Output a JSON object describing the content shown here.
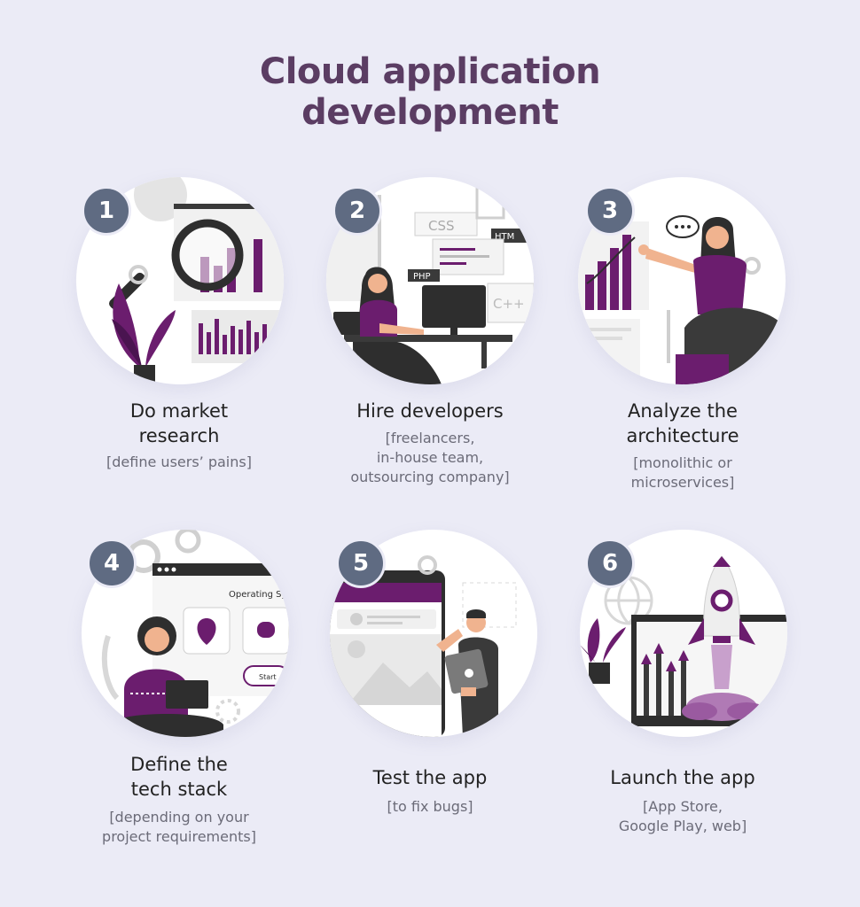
{
  "title_line1": "Cloud application",
  "title_line2": "development",
  "colors": {
    "purple": "#6b1d6e",
    "badge": "#5f6b82",
    "title": "#5b3d63",
    "background": "#ebebf6"
  },
  "steps": [
    {
      "number": "1",
      "heading_line1": "Do market",
      "heading_line2": "research",
      "sub_line1": "[define users’ pains]",
      "sub_line2": "",
      "sub_line3": "",
      "icon": "magnifier-chart-icon"
    },
    {
      "number": "2",
      "heading_line1": "Hire developers",
      "heading_line2": "",
      "sub_line1": "[freelancers,",
      "sub_line2": "in-house team,",
      "sub_line3": "outsourcing company]",
      "icon": "developer-desk-icon",
      "tags": [
        "CSS",
        "HTM",
        "PHP",
        "C++"
      ]
    },
    {
      "number": "3",
      "heading_line1": "Analyze the",
      "heading_line2": "architecture",
      "sub_line1": "[monolithic or",
      "sub_line2": "microservices]",
      "sub_line3": "",
      "icon": "presenter-chart-icon"
    },
    {
      "number": "4",
      "heading_line1": "Define the",
      "heading_line2": "tech stack",
      "sub_line1": "[depending on your",
      "sub_line2": "project requirements]",
      "sub_line3": "",
      "icon": "operating-system-icon",
      "screen_text": "Operating Sy",
      "button_text": "Start"
    },
    {
      "number": "5",
      "heading_line1": "Test the app",
      "heading_line2": "",
      "sub_line1": "[to fix bugs]",
      "sub_line2": "",
      "sub_line3": "",
      "icon": "tester-phone-icon"
    },
    {
      "number": "6",
      "heading_line1": "Launch the app",
      "heading_line2": "",
      "sub_line1": "[App Store,",
      "sub_line2": "Google Play, web]",
      "sub_line3": "",
      "icon": "rocket-launch-icon"
    }
  ]
}
